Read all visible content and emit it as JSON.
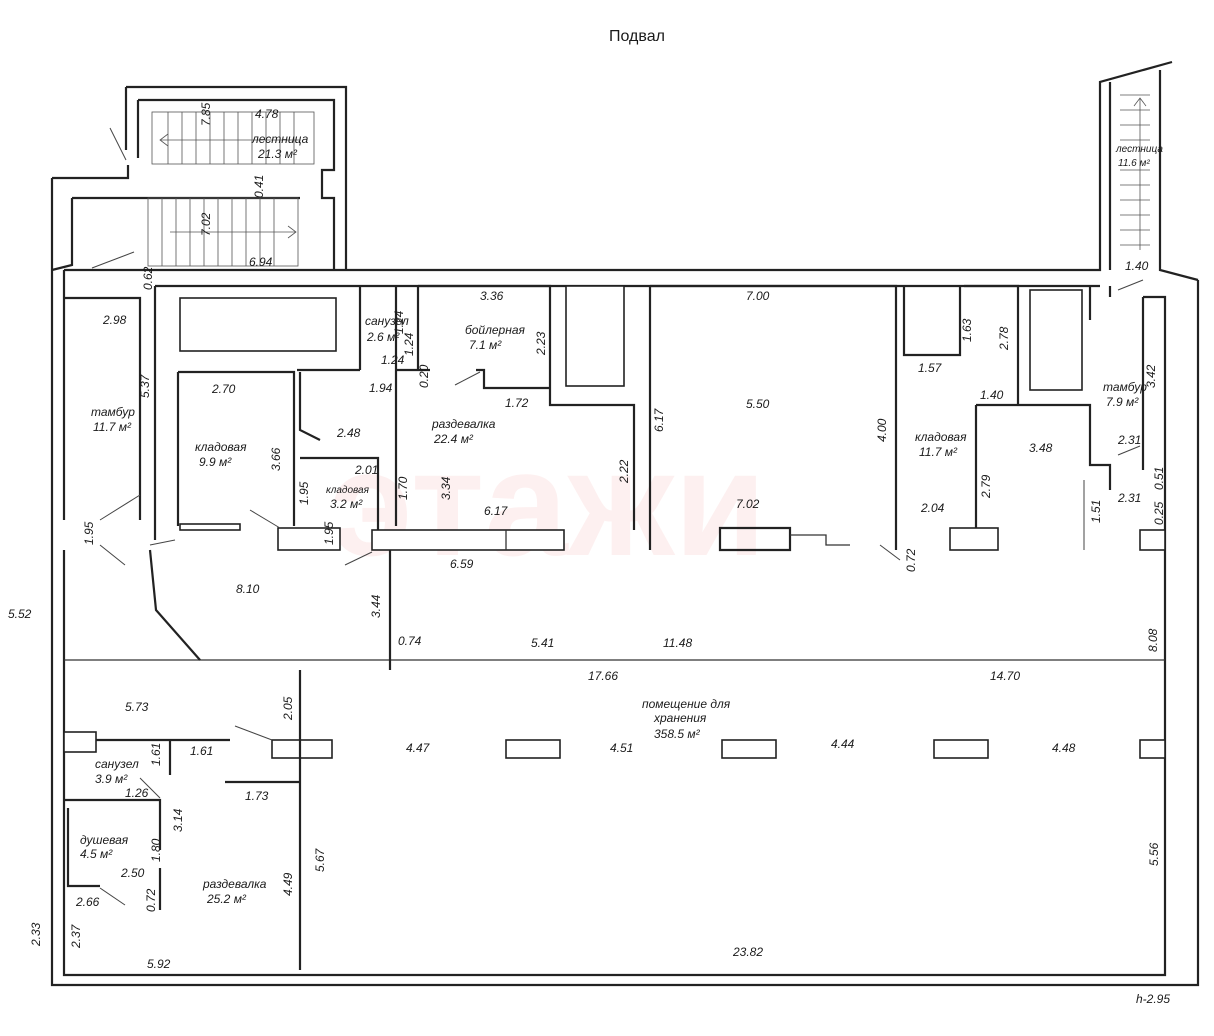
{
  "title": "Подвал",
  "height_note": "h-2.95",
  "watermark": "этажи",
  "colors": {
    "wall": "#222222",
    "background": "#ffffff",
    "watermark": "#e53935"
  },
  "rooms": {
    "stair_left": {
      "name": "лестница",
      "area": "21.3 м²"
    },
    "stair_right": {
      "name": "лестница",
      "area": "11.6 м²"
    },
    "tambur_left": {
      "name": "тамбур",
      "area": "11.7 м²"
    },
    "tambur_right": {
      "name": "тамбур",
      "area": "7.9 м²"
    },
    "sanuzel_top": {
      "name": "санузел",
      "area": "2.6 м²"
    },
    "boiler": {
      "name": "бойлерная",
      "area": "7.1 м²"
    },
    "kladovaya_1": {
      "name": "кладовая",
      "area": "9.9 м²"
    },
    "kladovaya_2": {
      "name": "кладовая",
      "area": "3.2 м²"
    },
    "razdevalka_top": {
      "name": "раздевалка",
      "area": "22.4 м²"
    },
    "kladovaya_3": {
      "name": "кладовая",
      "area": "11.7 м²"
    },
    "storage": {
      "name_1": "помещение для",
      "name_2": "хранения",
      "area": "358.5 м²"
    },
    "sanuzel_bottom": {
      "name": "санузел",
      "area": "3.9 м²"
    },
    "dush": {
      "name": "душевая",
      "area": "4.5 м²"
    },
    "razdevalka_bottom": {
      "name": "раздевалка",
      "area": "25.2 м²"
    }
  },
  "dims": {
    "d785": "7.85",
    "d478": "4.78",
    "d041": "0.41",
    "d702": "7.02",
    "d694": "6.94",
    "d062": "0.62",
    "d298": "2.98",
    "d537": "5.37",
    "d195a": "1.95",
    "d552": "5.52",
    "d233": "2.33",
    "d124a": "1.24",
    "d124b": "1.24",
    "d124c": "1.24",
    "d094": "1.94",
    "d020": "0.20",
    "d336": "3.36",
    "d223": "2.23",
    "d172": "1.72",
    "d270": "2.70",
    "d366": "3.66",
    "d248": "2.48",
    "d201": "2.01",
    "d195b": "1.95",
    "d195c": "1.95",
    "d170": "1.70",
    "d334": "3.34",
    "d617a": "6.17",
    "d222": "2.22",
    "d659": "6.59",
    "d810": "8.10",
    "d344": "3.44",
    "d074": "0.74",
    "d617b": "6.17",
    "d700": "7.00",
    "d550": "5.50",
    "d702b": "7.02",
    "d400": "4.00",
    "d163": "1.63",
    "d157": "1.57",
    "d278": "2.78",
    "d140a": "1.40",
    "d348": "3.48",
    "d279": "2.79",
    "d204": "2.04",
    "d072a": "0.72",
    "d140b": "1.40",
    "d342": "3.42",
    "d231a": "2.31",
    "d231b": "2.31",
    "d051": "0.51",
    "d151": "1.51",
    "d025": "0.25",
    "d541": "5.41",
    "d1148": "11.48",
    "d808": "8.08",
    "d1766": "17.66",
    "d1470": "14.70",
    "d573": "5.73",
    "d205": "2.05",
    "d161a": "1.61",
    "d161b": "1.61",
    "d173": "1.73",
    "d126": "1.26",
    "d314": "3.14",
    "d180": "1.80",
    "d250": "2.50",
    "d072b": "0.72",
    "d266": "2.66",
    "d237": "2.37",
    "d449": "4.49",
    "d567": "5.67",
    "d592": "5.92",
    "d447": "4.47",
    "d451": "4.51",
    "d444": "4.44",
    "d448": "4.48",
    "d556": "5.56",
    "d2382": "23.82"
  }
}
